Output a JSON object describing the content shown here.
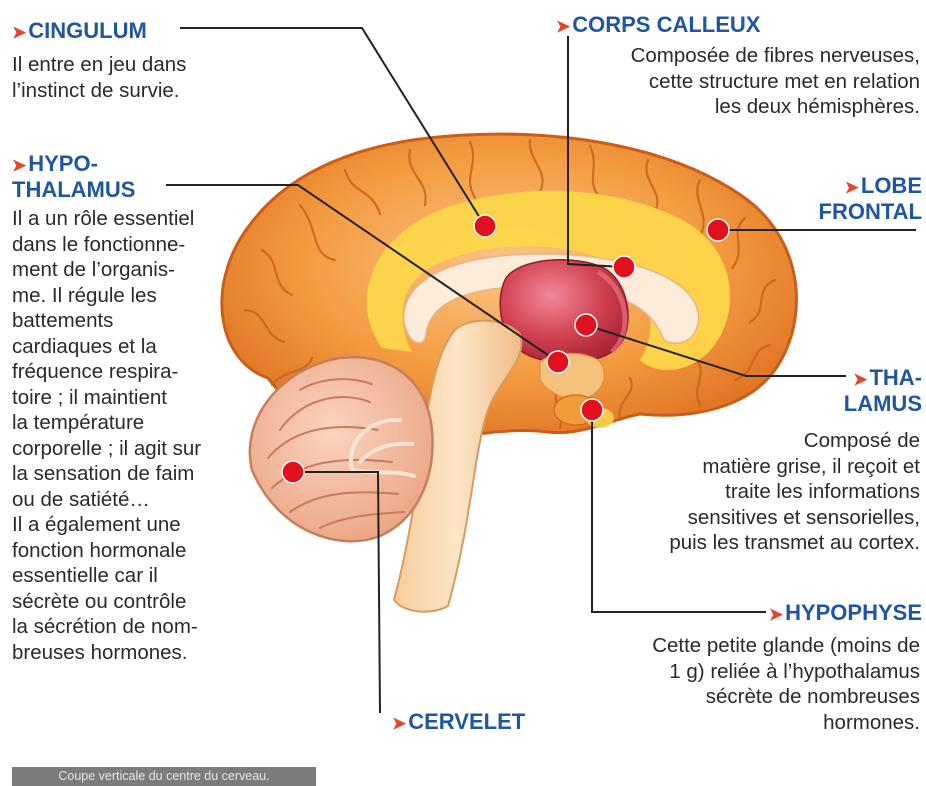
{
  "labels": {
    "cingulum": {
      "title": "CINGULUM",
      "desc": "Il entre en jeu dans l’instinct de survie."
    },
    "corps_calleux": {
      "title": "CORPS CALLEUX",
      "desc_lines": [
        "Composée de fibres nerveuses,",
        "cette structure met en relation",
        "les deux hémisphères."
      ]
    },
    "hypothalamus": {
      "title_lines": [
        "HYPO-",
        "THALAMUS"
      ],
      "desc_lines": [
        "Il a un rôle essentiel",
        "dans le fonctionne-",
        "ment de l’organis-",
        "me. Il régule les",
        "battements",
        "cardiaques et la",
        "fréquence respira-",
        "toire ; il maintient",
        "la température",
        "corporelle ; il agit sur",
        "la sensation de faim",
        "ou de satiété…",
        "Il a également une",
        "fonction hormonale",
        "essentielle car il",
        "sécrète ou contrôle",
        "la sécrétion de nom-",
        "breuses hormones."
      ]
    },
    "lobe_frontal": {
      "title_lines": [
        "LOBE",
        "FRONTAL"
      ]
    },
    "thalamus": {
      "title_lines": [
        "THA-",
        "LAMUS"
      ],
      "desc_lines": [
        "Composé de",
        "matière grise, il reçoit et",
        "traite les informations",
        "sensitives et sensorielles,",
        "puis les transmet au cortex."
      ]
    },
    "hypophyse": {
      "title": "HYPOPHYSE",
      "desc_lines": [
        "Cette petite glande (moins de",
        "1 g) reliée à l’hypothalamus",
        "sécrète de nombreuses",
        "hormones."
      ]
    },
    "cervelet": {
      "title": "CERVELET"
    }
  },
  "caption": "Coupe verticale du centre du cerveau.",
  "arrow_glyph": "➤",
  "colors": {
    "title_blue": "#1f55a3",
    "marker_red": "#e0101e",
    "cortex_orange": "#f39a3f",
    "limbic_yellow": "#fcd64a",
    "thalamus_pink": "#cf3f4f"
  },
  "icons": [
    "label-arrow-icon",
    "marker-dot-icon"
  ]
}
